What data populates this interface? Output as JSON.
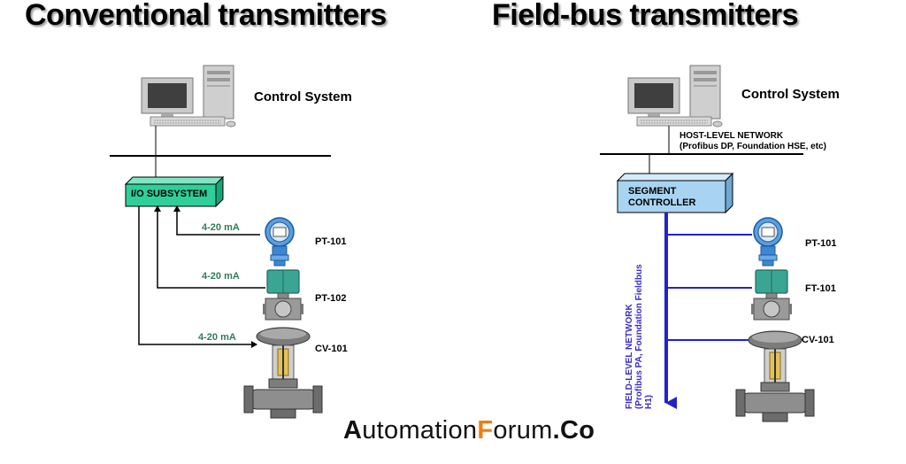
{
  "titles": {
    "left": "Conventional transmitters",
    "right": "Field-bus transmitters"
  },
  "conventional": {
    "control_system": "Control System",
    "io_subsystem": "I/O SUBSYSTEM",
    "signals": [
      "4-20 mA",
      "4-20 mA",
      "4-20 mA"
    ],
    "devices": [
      "PT-101",
      "PT-102",
      "CV-101"
    ]
  },
  "fieldbus": {
    "control_system": "Control System",
    "host_network": {
      "line1": "HOST-LEVEL NETWORK",
      "line2": "(Profibus DP, Foundation HSE, etc)"
    },
    "segment_controller": {
      "line1": "SEGMENT",
      "line2": "CONTROLLER"
    },
    "field_network": {
      "line1": "FIELD-LEVEL NETWORK",
      "line2": "(Profibus PA, Foundation Fieldbus",
      "line3": "H1)"
    },
    "devices": [
      "PT-101",
      "FT-101",
      "CV-101"
    ]
  },
  "brand": {
    "a": "A",
    "utomation": "utomation",
    "f": "F",
    "orum": "orum",
    "co": ".Co"
  },
  "colors": {
    "io_box": "#2fcf9a",
    "segment_box": "#a8d4f2",
    "field_bus_line": "#2222cc",
    "signal_text": "#2e7d5b",
    "brand_accent": "#f07d10"
  }
}
